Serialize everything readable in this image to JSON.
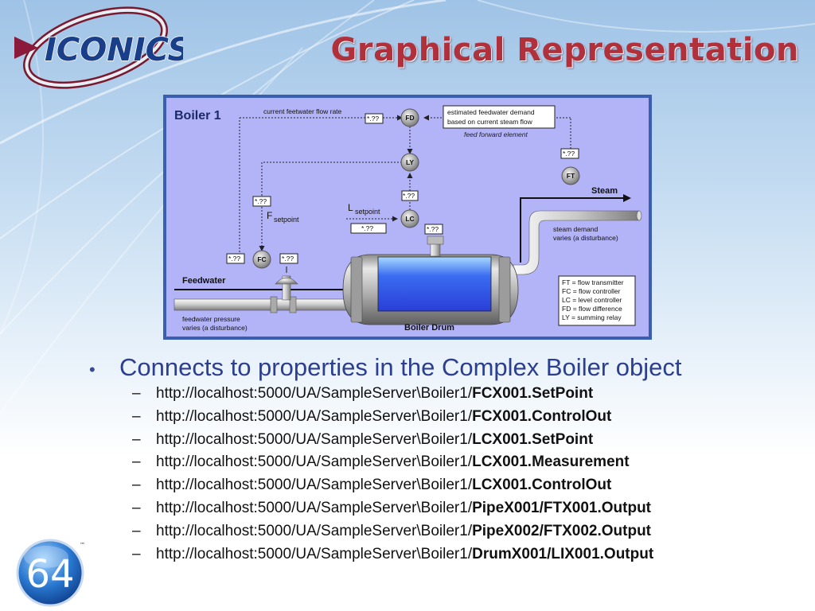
{
  "slide": {
    "title": "Graphical Representation",
    "logo_text": "ICONICS",
    "badge_text": "64",
    "badge_tm": "™"
  },
  "diagram": {
    "name": "Boiler 1",
    "flow_rate_label": "current feetwater flow rate",
    "estimate_line1": "estimated feedwater demand",
    "estimate_line2": "based on current steam flow",
    "ff_label": "feed forward element",
    "placeholder": "*.??",
    "steam": "Steam",
    "steam_demand1": "steam demand",
    "steam_demand2": "varies (a disturbance)",
    "feedwater": "Feedwater",
    "pressure1": "feedwater pressure",
    "pressure2": "varies (a disturbance)",
    "drum": "Boiler Drum",
    "fsetpoint_main": "F",
    "fsetpoint_sub": "setpoint",
    "lsetpoint_main": "L",
    "lsetpoint_sub": "setpoint",
    "instruments": {
      "FD": "FD",
      "LY": "LY",
      "LC": "LC",
      "FT": "FT",
      "FC": "FC"
    },
    "legend": [
      "FT = flow transmitter",
      "FC = flow controller",
      "LC = level controller",
      "FD = flow difference",
      "LY = summing relay"
    ],
    "colors": {
      "panel": "#b3b3f8",
      "vessel": "#3355ee",
      "title": "#b0303c",
      "bullet": "#2c3e8f"
    }
  },
  "content": {
    "bullet": "Connects to properties in the Complex Boiler object",
    "dash": "–",
    "items": [
      {
        "prefix": "http://localhost:5000/UA/SampleServer\\Boiler1/",
        "bold": "FCX001.SetPoint"
      },
      {
        "prefix": "http://localhost:5000/UA/SampleServer\\Boiler1/",
        "bold": "FCX001.ControlOut"
      },
      {
        "prefix": "http://localhost:5000/UA/SampleServer\\Boiler1/",
        "bold": "LCX001.SetPoint"
      },
      {
        "prefix": "http://localhost:5000/UA/SampleServer\\Boiler1/",
        "bold": "LCX001.Measurement"
      },
      {
        "prefix": "http://localhost:5000/UA/SampleServer\\Boiler1/",
        "bold": "LCX001.ControlOut"
      },
      {
        "prefix": "http://localhost:5000/UA/SampleServer\\Boiler1/",
        "bold": "PipeX001/FTX001.Output"
      },
      {
        "prefix": "http://localhost:5000/UA/SampleServer\\Boiler1/",
        "bold": "PipeX002/FTX002.Output"
      },
      {
        "prefix": "http://localhost:5000/UA/SampleServer\\Boiler1/",
        "bold": "DrumX001/LIX001.Output"
      }
    ]
  }
}
